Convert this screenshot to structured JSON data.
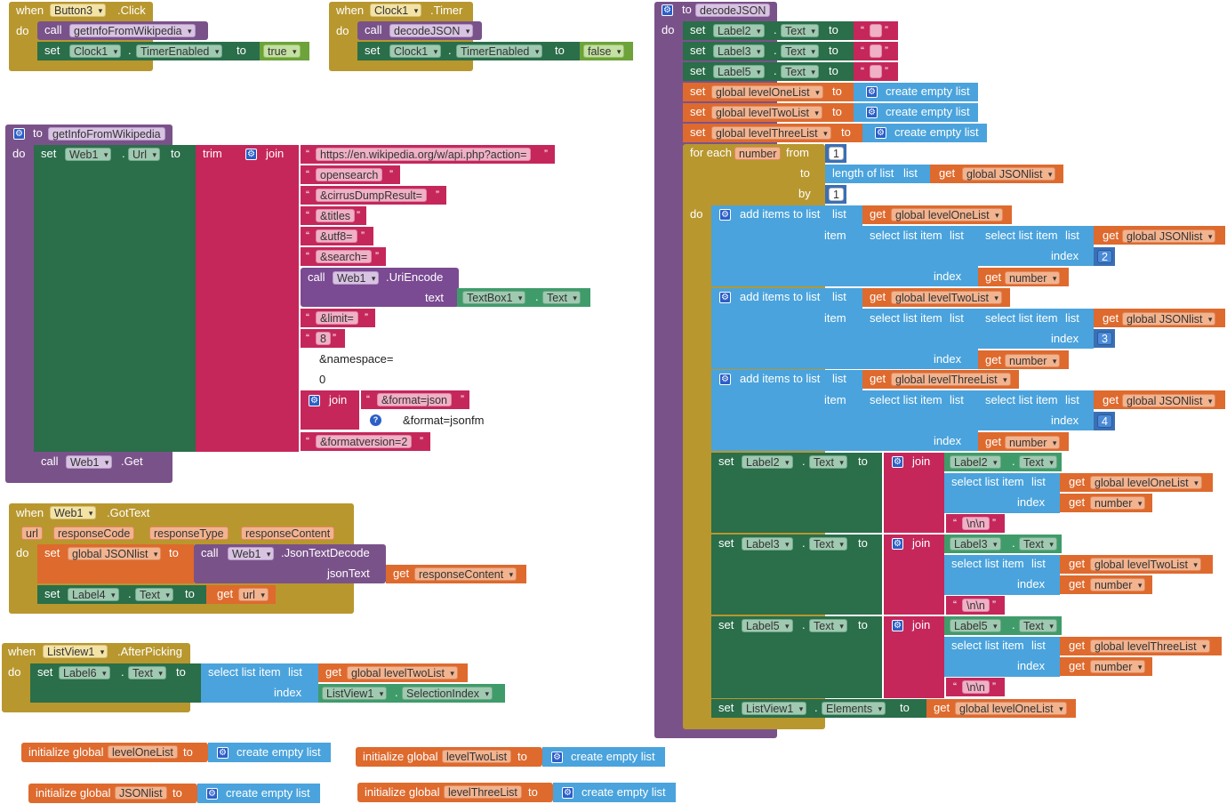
{
  "kw": {
    "when": "when",
    "do": "do",
    "call": "call",
    "set": "set",
    "to": "to",
    "get": "get",
    "trim": "trim",
    "join": "join",
    "text": "text",
    "for_each": "for each",
    "from": "from",
    "by": "by",
    "list": "list",
    "item": "item",
    "index": "index",
    "add_items": "add items to list",
    "select_item": "select list item",
    "create_empty": "create empty list",
    "length_of_list": "length of list",
    "init_global": "initialize global",
    "json_text": "jsonText",
    "dot": ".",
    "to_proc": "to",
    "quote": "“",
    "unquote": "”"
  },
  "components": {
    "Button3": "Button3",
    "Clock1": "Clock1",
    "Web1": "Web1",
    "Url": "Url",
    "Label2": "Label2",
    "Label3": "Label3",
    "Label4": "Label4",
    "Label5": "Label5",
    "Label6": "Label6",
    "ListView1": "ListView1",
    "TextBox1": "TextBox1"
  },
  "properties": {
    "TimerEnabled": "TimerEnabled",
    "Text": "Text",
    "Elements": "Elements",
    "SelectionIndex": "SelectionIndex"
  },
  "events": {
    "Click": ".Click",
    "Timer": ".Timer",
    "GotText": ".GotText",
    "AfterPicking": ".AfterPicking"
  },
  "methods": {
    "UriEncode": ".UriEncode",
    "Get": ".Get",
    "JsonTextDecode": ".JsonTextDecode"
  },
  "procedures": {
    "getInfo": "getInfoFromWikipedia",
    "decode": "decodeJSON"
  },
  "booleans": {
    "true": "true",
    "false": "false"
  },
  "params": [
    "url",
    "responseCode",
    "responseType",
    "responseContent"
  ],
  "globals": {
    "levelOne": "global levelOneList",
    "levelTwo": "global levelTwoList",
    "levelThree": "global levelThreeList",
    "json": "global JSONlist",
    "json2": "global JSONlist",
    "loopvar": "number",
    "response": "responseContent",
    "url": "url"
  },
  "init_names": {
    "levelOne": "levelOneList",
    "levelTwo": "levelTwoList",
    "levelThree": "levelThreeList",
    "json": "JSONlist"
  },
  "strings": {
    "url": "https://en.wikipedia.org/w/api.php?action=",
    "opensearch": "opensearch",
    "cirrus": "&cirrusDumpResult=",
    "titles": "&titles",
    "utf8": "&utf8=",
    "search": "&search=",
    "limit": "&limit=",
    "eight": "8",
    "namespace": "&namespace=",
    "zero": "0",
    "format_json": "&format=json",
    "format_jsonfm": "&format=jsonfm",
    "formatversion": "&formatversion=2",
    "newline": "\\n\\n",
    "empty": ""
  },
  "numbers": {
    "one": "1",
    "two": "2",
    "three": "3",
    "four": "4"
  },
  "colors": {
    "event": "#b8972e",
    "procedure": "#7a528a",
    "component": "#2a6e4a",
    "text": "#c5275b",
    "list": "#4aa3dc",
    "variable": "#de6a2e",
    "math": "#3a6fb5"
  }
}
